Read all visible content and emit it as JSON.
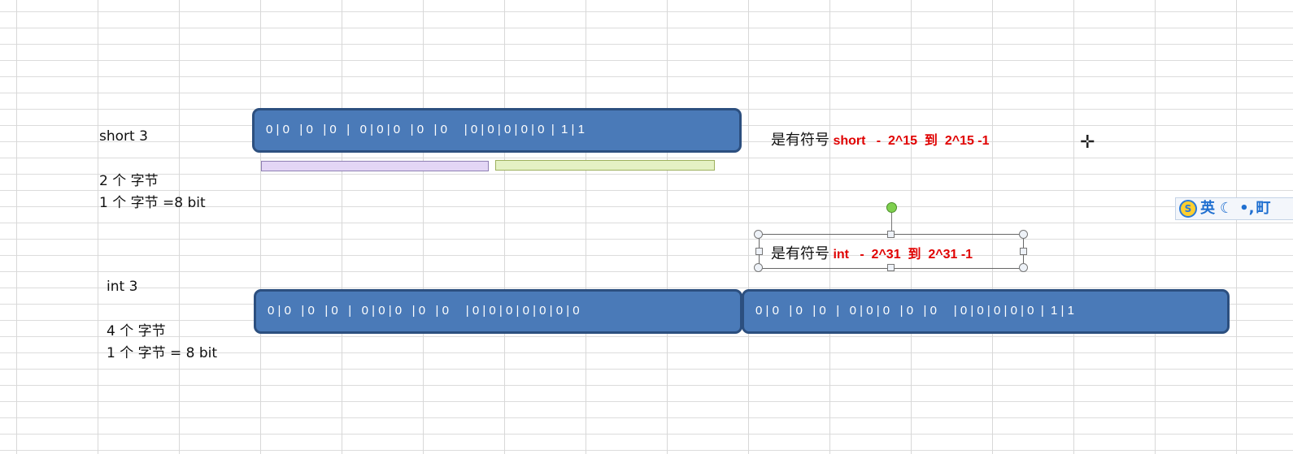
{
  "short_section": {
    "type_label": "short 3",
    "bytes_label": "2 个 字节",
    "byte_bits_label": "1 个 字节  =8 bit",
    "bits": "0 | 0   | 0   | 0   |   0 | 0 | 0   | 0   | 0     | 0 | 0 | 0 | 0 | 0  |  1 | 1",
    "note_prefix": "是有符号",
    "note_range": " short   -  2^15  到  2^15 -1"
  },
  "int_section": {
    "type_label": "int  3",
    "bytes_label": "4 个 字节",
    "byte_bits_label": "1 个 字节  = 8 bit",
    "bits_high": "0 | 0   | 0   | 0   |   0 | 0 | 0   | 0   | 0     | 0 | 0 | 0 | 0 | 0 | 0 | 0",
    "bits_low": "0 | 0   | 0   | 0   |   0 | 0 | 0   | 0   | 0     | 0 | 0 | 0 | 0 | 0  |  1 | 1",
    "note_prefix": "是有符号",
    "note_range": " int   -  2^31  到  2^31 -1"
  },
  "colors": {
    "bar_fill": "#4a7ab8",
    "bar_border": "#2c4f7f",
    "byte_high": "#e3d6f5",
    "byte_low": "#e4f1c4",
    "range_text": "#e00000"
  },
  "ime": {
    "logo_icon": "sogou-logo-icon",
    "mode": "英",
    "moon": "moon-icon",
    "punct": "•,",
    "extra": "町"
  }
}
